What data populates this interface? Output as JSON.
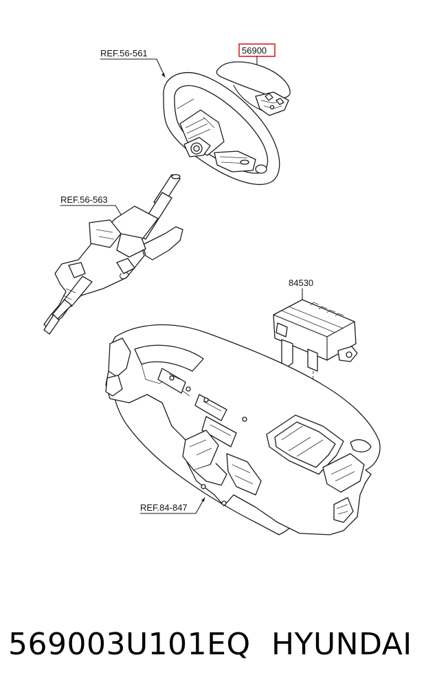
{
  "callouts": {
    "steering_wheel_ref": "REF.56-561",
    "airbag_part": "56900",
    "column_ref": "REF.56-563",
    "passenger_airbag": "84530",
    "crash_pad_ref": "REF.84-847"
  },
  "caption": {
    "part_number": "569003U101EQ",
    "brand": "HYUNDAI"
  },
  "colors": {
    "highlight_box": "#d22222",
    "line_art": "#1a1a1a"
  }
}
